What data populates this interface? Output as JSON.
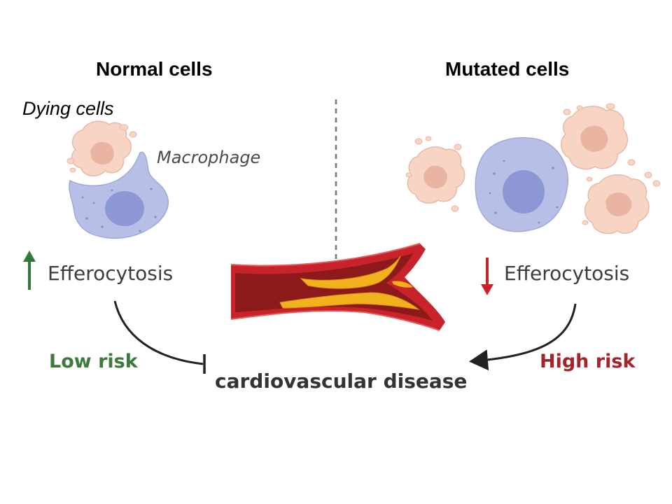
{
  "headings": {
    "left": "Normal cells",
    "right": "Mutated cells"
  },
  "labels": {
    "dying_cells": "Dying cells",
    "macrophage": "Macrophage",
    "efferocytosis_left": "Efferocytosis",
    "efferocytosis_right": "Efferocytosis",
    "low_risk": "Low risk",
    "high_risk": "High risk",
    "disease": "cardiovascular disease"
  },
  "colors": {
    "low_risk": "#3b7a3b",
    "high_risk": "#a5232a",
    "up_arrow": "#2f7a3a",
    "down_arrow": "#c8232b",
    "dying_cell_fill": "#f7d4c3",
    "dying_cell_nucleus": "#eab4a2",
    "macrophage_fill": "#b8bfe6",
    "macrophage_nucleus": "#8d97d6",
    "vessel_wall": "#c8232b",
    "vessel_lumen": "#8c1a1a",
    "plaque": "#f1b21e"
  },
  "icons": {
    "up_arrow": "up-arrow-icon",
    "down_arrow": "down-arrow-icon",
    "inhibit_arrow": "inhibition-arrow",
    "promote_arrow": "activation-arrow"
  }
}
